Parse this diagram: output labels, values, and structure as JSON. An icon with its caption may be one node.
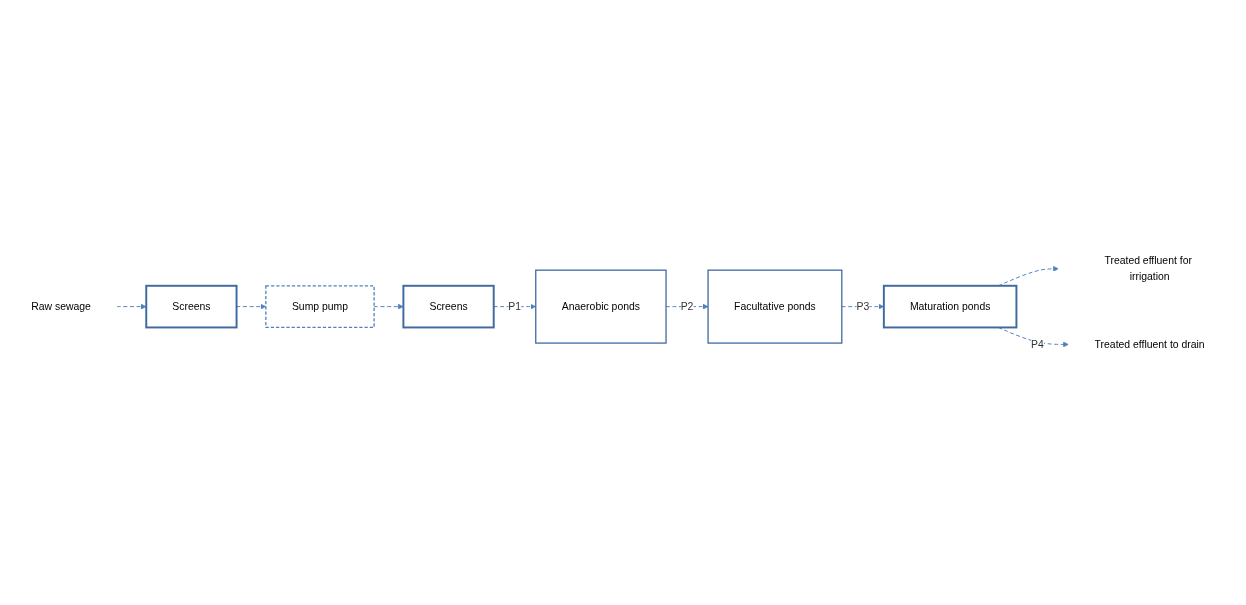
{
  "diagram": {
    "nodes": [
      {
        "text": [
          "Raw sewage"
        ]
      },
      {
        "text": [
          "Screens"
        ]
      },
      {
        "text": [
          "Sump pump"
        ]
      },
      {
        "text": [
          "Screens"
        ]
      },
      {
        "text": [
          "Anaerobic ponds"
        ]
      },
      {
        "text": [
          "Facultative ponds"
        ]
      },
      {
        "text": [
          "Maturation ponds"
        ]
      },
      {
        "text": [
          "Treated effluent for irrigation"
        ]
      },
      {
        "text": [
          "Treated effluent to drain"
        ]
      }
    ],
    "edges": [
      {
        "from": 0,
        "to": 1,
        "arrow": "to",
        "style": "dashed"
      },
      {
        "from": 1,
        "to": 2,
        "arrow": "to",
        "style": "dashed"
      },
      {
        "from": 2,
        "to": 3,
        "arrow": "to",
        "style": "dashed"
      },
      {
        "from": 3,
        "to": 4,
        "arrow": "to",
        "label": "P1",
        "style": "dashed"
      },
      {
        "from": 4,
        "to": 5,
        "arrow": "to",
        "label": "P2",
        "style": "dashed"
      },
      {
        "from": 5,
        "to": 6,
        "arrow": "to",
        "label": "P3",
        "style": "dashed"
      },
      {
        "from": 6,
        "to": 7,
        "arrow": "to",
        "style": "dashed"
      },
      {
        "from": 6,
        "to": 8,
        "arrow": "to",
        "label": "P4",
        "style": "dashed"
      }
    ]
  }
}
